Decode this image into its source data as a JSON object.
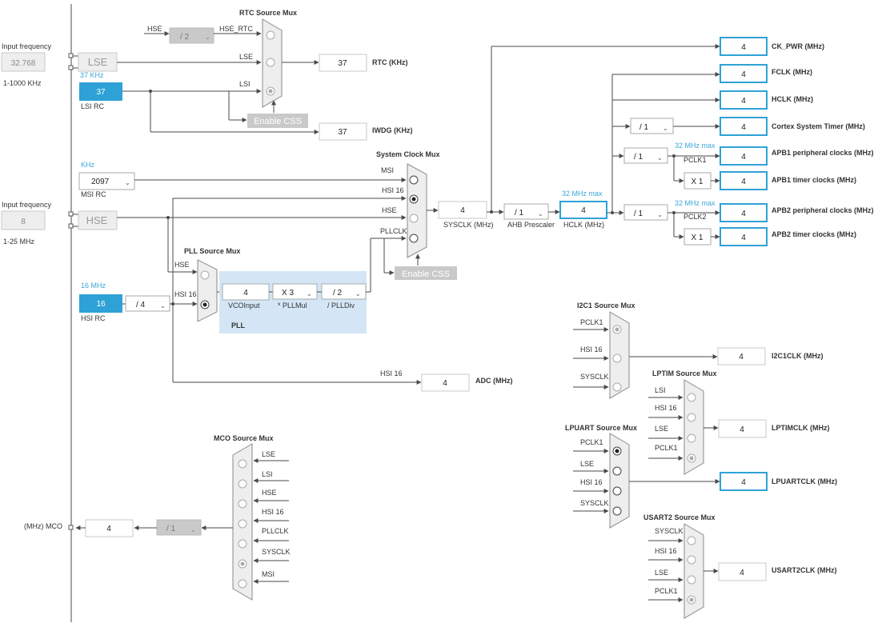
{
  "colors": {
    "accent": "#2ea2d6",
    "box_selected": "#2ea2d6",
    "disabled": "#c8c8c8",
    "pll_bg": "#d4e6f5",
    "line": "#4a4a4a"
  },
  "inputs": {
    "lse": {
      "title": "Input frequency",
      "value": "32.768",
      "range": "1-1000 KHz",
      "name": "LSE"
    },
    "hse": {
      "title": "Input frequency",
      "value": "8",
      "range": "1-25 MHz",
      "name": "HSE"
    },
    "lsi": {
      "freq": "37 KHz",
      "value": "37",
      "name": "LSI RC"
    },
    "msi": {
      "unit": "KHz",
      "value": "2097",
      "name": "MSI RC"
    },
    "hsi": {
      "freq": "16 MHz",
      "value": "16",
      "name": "HSI RC"
    }
  },
  "rtc_mux": {
    "title": "RTC Source Mux",
    "inputs": [
      "HSE_RTC",
      "LSE",
      "LSI"
    ],
    "hse_label": "HSE",
    "hse_div": "/ 2"
  },
  "rtc": {
    "value": "37",
    "label": "RTC (KHz)"
  },
  "iwdg": {
    "value": "37",
    "label": "IWDG (KHz)"
  },
  "enable_css": "Enable CSS",
  "sysclk_mux": {
    "title": "System Clock Mux",
    "inputs": [
      "MSI",
      "HSI 16",
      "HSE",
      "PLLCLK"
    ]
  },
  "sysclk": {
    "value": "4",
    "label": "SYSCLK (MHz)"
  },
  "ahb": {
    "value": "/ 1",
    "label": "AHB Prescaler"
  },
  "hclk": {
    "max": "32 MHz max",
    "value": "4",
    "label": "HCLK (MHz)"
  },
  "pll_mux": {
    "title": "PLL Source Mux",
    "inputs": [
      "HSE",
      "HSI 16"
    ],
    "hsi_div": "/ 4"
  },
  "pll": {
    "title": "PLL",
    "vco_value": "4",
    "vco_label": "VCOInput",
    "mul_value": "X 3",
    "mul_label": "* PLLMul",
    "div_value": "/ 2",
    "div_label": "/ PLLDiv",
    "pllclk": "PLLCLK"
  },
  "adc": {
    "label": "HSI 16",
    "value": "4",
    "unit": "ADC (MHz)"
  },
  "outputs": {
    "ck_pwr": {
      "value": "4",
      "label": "CK_PWR (MHz)"
    },
    "fclk": {
      "value": "4",
      "label": "FCLK (MHz)"
    },
    "hclk_out": {
      "value": "4",
      "label": "HCLK (MHz)"
    },
    "cortex": {
      "div": "/ 1",
      "value": "4",
      "label": "Cortex System Timer (MHz)"
    },
    "apb1": {
      "div": "/ 1",
      "max": "32 MHz max",
      "pclk": "PCLK1",
      "value": "4",
      "label": "APB1 peripheral clocks (MHz)",
      "timer_mul": "X 1",
      "timer_value": "4",
      "timer_label": "APB1 timer clocks (MHz)"
    },
    "apb2": {
      "div": "/ 1",
      "max": "32 MHz max",
      "pclk": "PCLK2",
      "value": "4",
      "label": "APB2 peripheral clocks (MHz)",
      "timer_mul": "X 1",
      "timer_value": "4",
      "timer_label": "APB2 timer clocks (MHz)"
    }
  },
  "mco": {
    "title": "MCO Source Mux",
    "inputs": [
      "LSE",
      "LSI",
      "HSE",
      "HSI 16",
      "PLLCLK",
      "SYSCLK",
      "MSI"
    ],
    "div": "/ 1",
    "value": "4",
    "label": "(MHz) MCO"
  },
  "i2c1": {
    "title": "I2C1 Source Mux",
    "inputs": [
      "PCLK1",
      "HSI 16",
      "SYSCLK"
    ],
    "value": "4",
    "label": "I2C1CLK (MHz)"
  },
  "lptim": {
    "title": "LPTIM Source Mux",
    "inputs": [
      "LSI",
      "HSI 16",
      "LSE",
      "PCLK1"
    ],
    "value": "4",
    "label": "LPTIMCLK (MHz)"
  },
  "lpuart": {
    "title": "LPUART Source Mux",
    "inputs": [
      "PCLK1",
      "LSE",
      "HSI 16",
      "SYSCLK"
    ],
    "value": "4",
    "label": "LPUARTCLK (MHz)"
  },
  "usart2": {
    "title": "USART2 Source Mux",
    "inputs": [
      "SYSCLK",
      "HSI 16",
      "LSE",
      "PCLK1"
    ],
    "value": "4",
    "label": "USART2CLK (MHz)"
  }
}
